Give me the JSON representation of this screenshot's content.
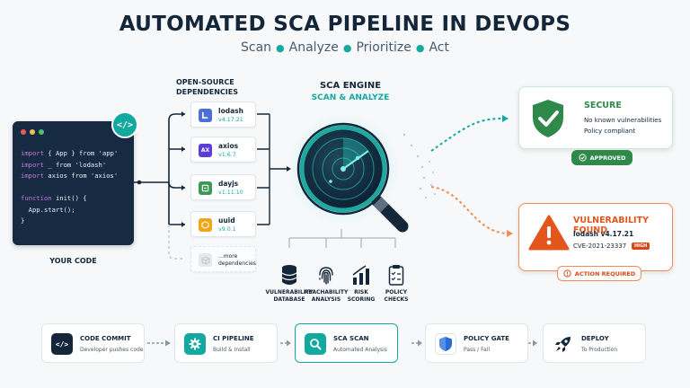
{
  "header": {
    "title": "AUTOMATED SCA PIPELINE IN DEVOPS",
    "subtitle": [
      "Scan",
      "Analyze",
      "Prioritize",
      "Act"
    ]
  },
  "code": {
    "label": "YOUR CODE",
    "lines": [
      {
        "kw": "import",
        "rest": " { App } from 'app'"
      },
      {
        "kw": "import",
        "rest": " _ from 'lodash'"
      },
      {
        "kw": "import",
        "rest": " axios from 'axios'"
      },
      {
        "kw": "",
        "rest": ""
      },
      {
        "kw": "function",
        "rest": " init() {"
      },
      {
        "kw": "",
        "rest": "  App.start();"
      },
      {
        "kw": "",
        "rest": "}"
      }
    ],
    "badge_icon": "code-icon"
  },
  "dependencies": {
    "title_line1": "OPEN-SOURCE",
    "title_line2": "DEPENDENCIES",
    "items": [
      {
        "name": "lodash",
        "version": "v4.17.21",
        "icon": "lodash-icon",
        "color": "#4a6fd6"
      },
      {
        "name": "axios",
        "version": "v1.6.7",
        "icon": "axios-icon",
        "color": "#5a3fd6",
        "glyph": "AX"
      },
      {
        "name": "dayjs",
        "version": "v1.11.10",
        "icon": "dayjs-icon",
        "color": "#3a9a55"
      },
      {
        "name": "uuid",
        "version": "v9.0.1",
        "icon": "uuid-icon",
        "color": "#f2a516"
      }
    ],
    "more_line1": "...more",
    "more_line2": "dependencies"
  },
  "engine": {
    "title": "SCA ENGINE",
    "subtitle": "SCAN & ANALYZE",
    "features": [
      {
        "line1": "VULNERABILITY",
        "line2": "DATABASE",
        "icon": "database-icon"
      },
      {
        "line1": "REACHABILITY",
        "line2": "ANALYSIS",
        "icon": "fingerprint-icon"
      },
      {
        "line1": "RISK",
        "line2": "SCORING",
        "icon": "bar-chart-icon"
      },
      {
        "line1": "POLICY",
        "line2": "CHECKS",
        "icon": "clipboard-icon"
      }
    ]
  },
  "results": {
    "secure": {
      "title": "SECURE",
      "line1": "No known vulnerabilities",
      "line2": "Policy compliant",
      "badge": "APPROVED",
      "color": "#2f8a4a"
    },
    "vulnerable": {
      "title": "VULNERABILITY FOUND",
      "package": "lodash v4.17.21",
      "cve": "CVE-2021-23337",
      "severity": "HIGH",
      "badge": "ACTION REQUIRED",
      "color": "#e2561d"
    }
  },
  "pipeline": [
    {
      "label": "CODE COMMIT",
      "sub": "Developer pushes code",
      "icon": "code-icon",
      "color": "#14273a"
    },
    {
      "label": "CI PIPELINE",
      "sub": "Build & Install",
      "icon": "gear-icon",
      "color": "#14a9a0"
    },
    {
      "label": "SCA SCAN",
      "sub": "Automated Analysis",
      "icon": "search-icon",
      "color": "#14a9a0"
    },
    {
      "label": "POLICY GATE",
      "sub": "Pass / Fail",
      "icon": "shield-icon",
      "color": "#2b6bd6"
    },
    {
      "label": "DEPLOY",
      "sub": "To Production",
      "icon": "rocket-icon",
      "color": "#14273a"
    }
  ],
  "colors": {
    "teal": "#14a9a0",
    "navy": "#14273a",
    "green": "#2f8a4a",
    "orange": "#e2561d"
  }
}
